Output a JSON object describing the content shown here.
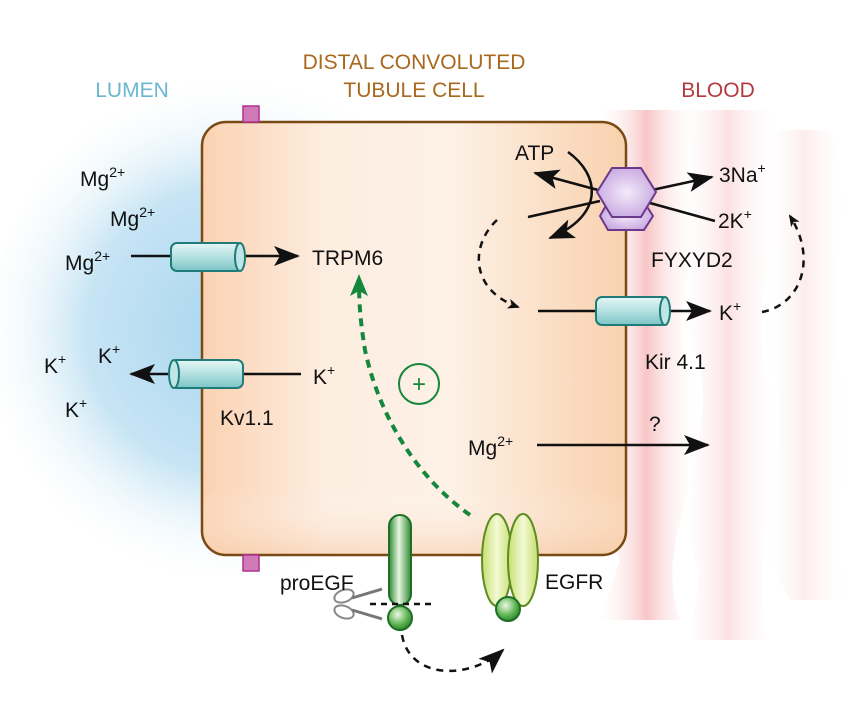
{
  "regions": {
    "lumen": "LUMEN",
    "cell_line1": "DISTAL CONVOLUTED",
    "cell_line2": "TUBULE CELL",
    "blood": "BLOOD"
  },
  "colors": {
    "lumen": "#6bb7cf",
    "cell_title": "#a8681e",
    "blood": "#b33a3f",
    "cell_fill": "#fbd8bc",
    "cell_border": "#7a4a15",
    "channel": "#9fd3d6",
    "channel_border": "#1f7a78",
    "pump": "#c9a8e0",
    "pump_border": "#6b3a8c",
    "egf_green": "#2e8b3a",
    "egfr_fill": "#d9ec9a",
    "junction": "#d07ab8"
  },
  "ions": {
    "mg": "Mg",
    "mg_charge": "2+",
    "k": "K",
    "k_charge": "+",
    "na3": "3Na",
    "na_charge": "+",
    "k2": "2K",
    "atp": "ATP",
    "question": "?"
  },
  "labels": {
    "trpm6": "TRPM6",
    "kv11": "Kv1.1",
    "fxyd2": "FYXYD2",
    "kir41": "Kir 4.1",
    "proegf": "proEGF",
    "egfr": "EGFR",
    "plus": "+"
  }
}
